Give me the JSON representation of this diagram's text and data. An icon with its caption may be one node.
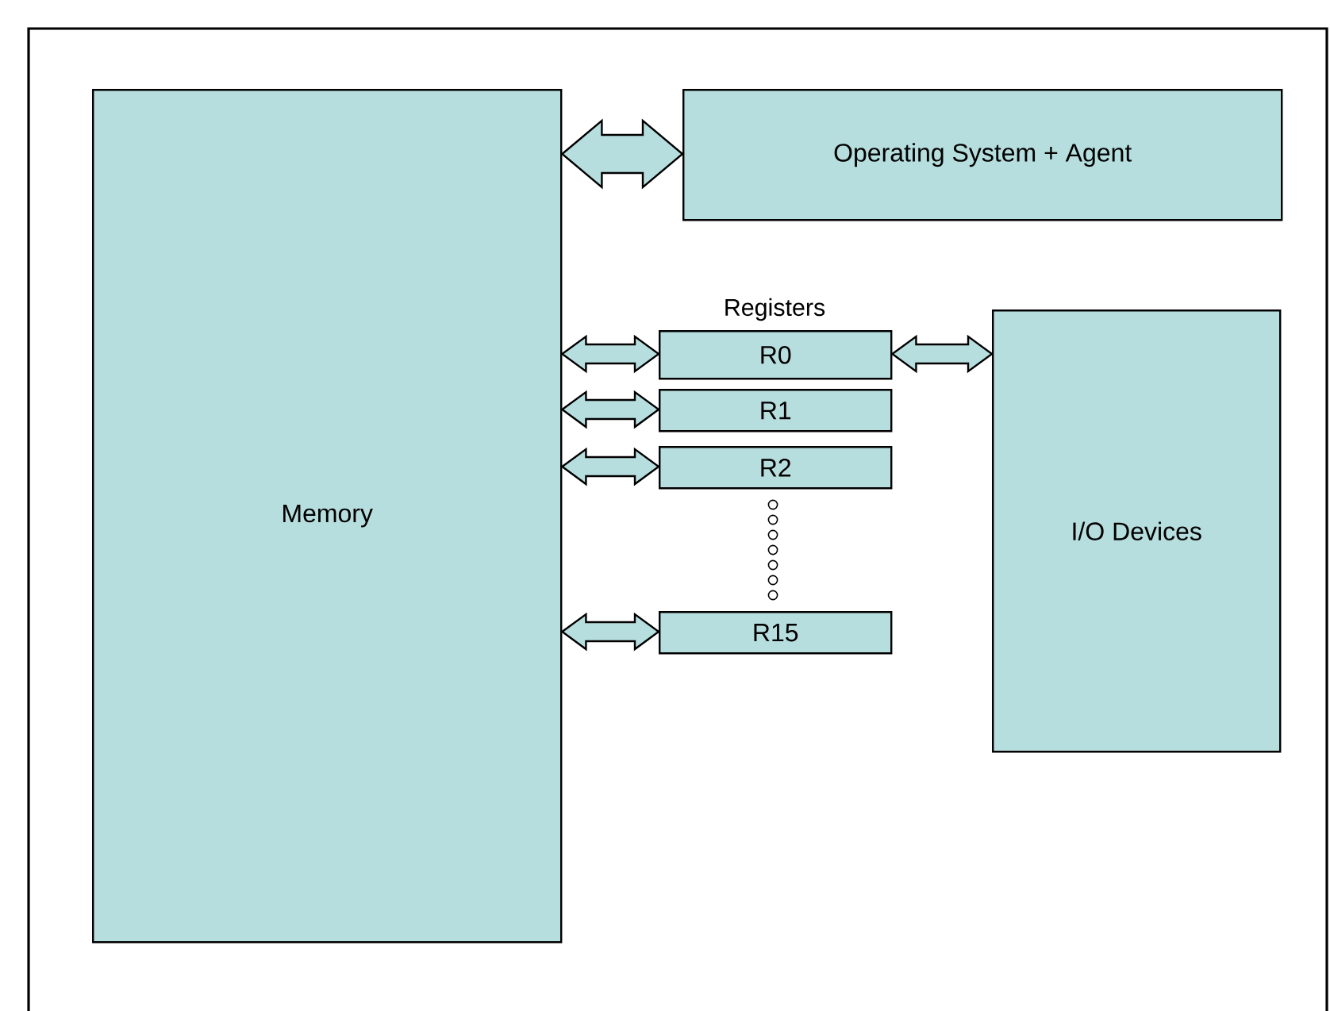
{
  "diagram": {
    "nodes": [
      {
        "text": [
          "Memory"
        ]
      },
      {
        "text": [
          "Operating System + Agent"
        ]
      },
      {
        "text": [
          "R0"
        ]
      },
      {
        "text": [
          "R1"
        ]
      },
      {
        "text": [
          "R2"
        ]
      },
      {
        "text": [
          "R15"
        ]
      },
      {
        "text": [
          "I/O Devices"
        ]
      }
    ],
    "edges": [
      {
        "from": 0,
        "to": 1,
        "arrow": "both",
        "style": "thick"
      },
      {
        "from": 0,
        "to": 2,
        "arrow": "both"
      },
      {
        "from": 0,
        "to": 3,
        "arrow": "both"
      },
      {
        "from": 0,
        "to": 4,
        "arrow": "both"
      },
      {
        "from": 0,
        "to": 5,
        "arrow": "both"
      },
      {
        "from": 2,
        "to": 6,
        "arrow": "both"
      }
    ],
    "labels": [
      "Registers"
    ]
  }
}
